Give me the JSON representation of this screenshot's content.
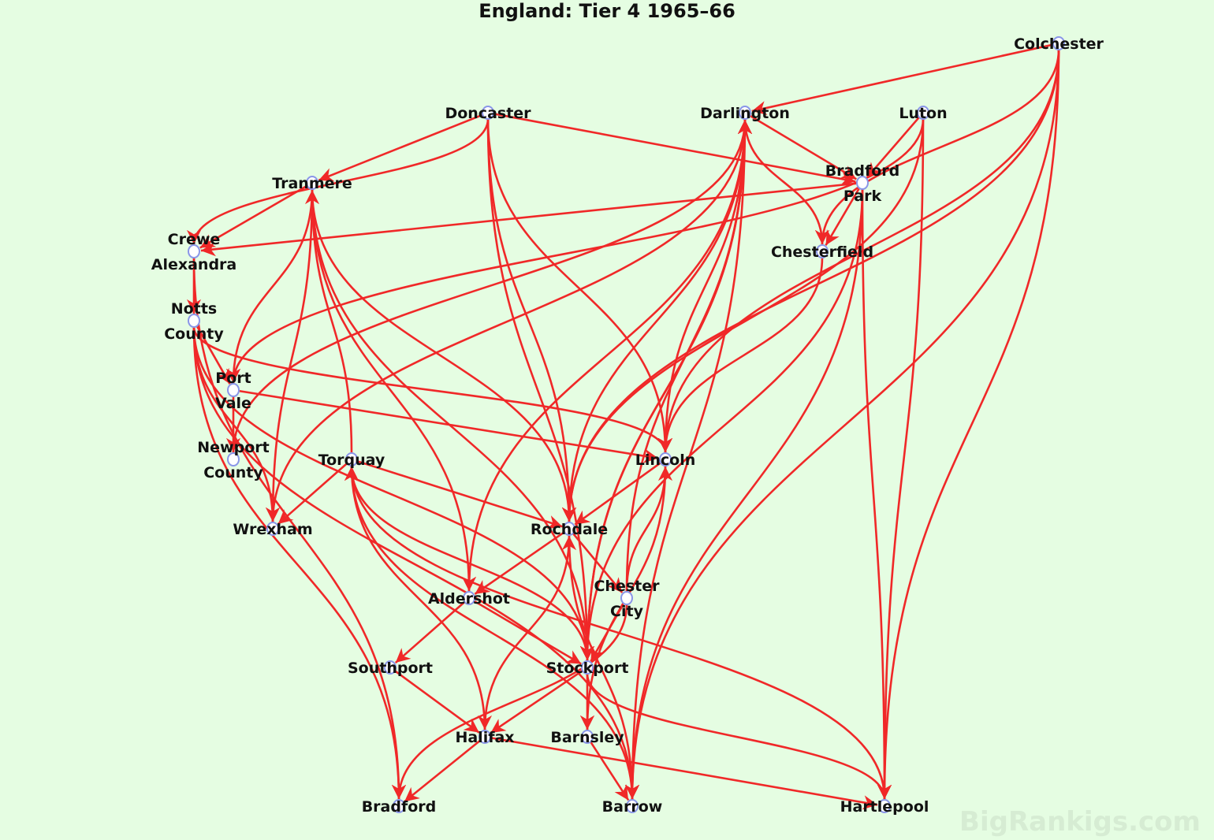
{
  "title": "England: Tier 4 1965–66",
  "watermark": "BigRankigs.com",
  "colors": {
    "background": "#e5fde2",
    "edge": "#f02828",
    "node_stroke": "#8a96e8",
    "node_fill": "#ffffff"
  },
  "nodes": [
    {
      "id": "colchester",
      "label": [
        "Colchester"
      ]
    },
    {
      "id": "doncaster",
      "label": [
        "Doncaster"
      ]
    },
    {
      "id": "darlington",
      "label": [
        "Darlington"
      ]
    },
    {
      "id": "luton",
      "label": [
        "Luton"
      ]
    },
    {
      "id": "bradfordpa",
      "label": [
        "Bradford",
        "Park"
      ]
    },
    {
      "id": "tranmere",
      "label": [
        "Tranmere"
      ]
    },
    {
      "id": "crewe",
      "label": [
        "Crewe",
        "Alexandra"
      ]
    },
    {
      "id": "chesterfield",
      "label": [
        "Chesterfield"
      ]
    },
    {
      "id": "notts",
      "label": [
        "Notts",
        "County"
      ]
    },
    {
      "id": "portvale",
      "label": [
        "Port",
        "Vale"
      ]
    },
    {
      "id": "newport",
      "label": [
        "Newport",
        "County"
      ]
    },
    {
      "id": "torquay",
      "label": [
        "Torquay"
      ]
    },
    {
      "id": "lincoln",
      "label": [
        "Lincoln"
      ]
    },
    {
      "id": "wrexham",
      "label": [
        "Wrexham"
      ]
    },
    {
      "id": "rochdale",
      "label": [
        "Rochdale"
      ]
    },
    {
      "id": "aldershot",
      "label": [
        "Aldershot"
      ]
    },
    {
      "id": "chester",
      "label": [
        "Chester",
        "City"
      ]
    },
    {
      "id": "southport",
      "label": [
        "Southport"
      ]
    },
    {
      "id": "stockport",
      "label": [
        "Stockport"
      ]
    },
    {
      "id": "halifax",
      "label": [
        "Halifax"
      ]
    },
    {
      "id": "barnsley",
      "label": [
        "Barnsley"
      ]
    },
    {
      "id": "bradford",
      "label": [
        "Bradford"
      ]
    },
    {
      "id": "barrow",
      "label": [
        "Barrow"
      ]
    },
    {
      "id": "hartlepool",
      "label": [
        "Hartlepool"
      ]
    }
  ],
  "edges": [
    [
      "colchester",
      "darlington"
    ],
    [
      "colchester",
      "chesterfield"
    ],
    [
      "colchester",
      "lincoln"
    ],
    [
      "colchester",
      "rochdale"
    ],
    [
      "colchester",
      "hartlepool"
    ],
    [
      "colchester",
      "barrow"
    ],
    [
      "doncaster",
      "tranmere"
    ],
    [
      "doncaster",
      "crewe"
    ],
    [
      "doncaster",
      "bradfordpa"
    ],
    [
      "doncaster",
      "lincoln"
    ],
    [
      "doncaster",
      "rochdale"
    ],
    [
      "doncaster",
      "stockport"
    ],
    [
      "darlington",
      "bradfordpa"
    ],
    [
      "darlington",
      "chesterfield"
    ],
    [
      "darlington",
      "rochdale"
    ],
    [
      "darlington",
      "stockport"
    ],
    [
      "darlington",
      "aldershot"
    ],
    [
      "darlington",
      "barrow"
    ],
    [
      "lincoln",
      "darlington"
    ],
    [
      "newport",
      "darlington"
    ],
    [
      "wrexham",
      "darlington"
    ],
    [
      "chester",
      "darlington"
    ],
    [
      "stockport",
      "darlington"
    ],
    [
      "luton",
      "bradfordpa"
    ],
    [
      "luton",
      "portvale"
    ],
    [
      "luton",
      "rochdale"
    ],
    [
      "luton",
      "hartlepool"
    ],
    [
      "bradfordpa",
      "chesterfield"
    ],
    [
      "bradfordpa",
      "crewe"
    ],
    [
      "bradfordpa",
      "stockport"
    ],
    [
      "bradfordpa",
      "barrow"
    ],
    [
      "bradfordpa",
      "hartlepool"
    ],
    [
      "tranmere",
      "crewe"
    ],
    [
      "tranmere",
      "portvale"
    ],
    [
      "tranmere",
      "wrexham"
    ],
    [
      "tranmere",
      "aldershot"
    ],
    [
      "tranmere",
      "stockport"
    ],
    [
      "tranmere",
      "rochdale"
    ],
    [
      "torquay",
      "tranmere"
    ],
    [
      "crewe",
      "notts"
    ],
    [
      "crewe",
      "bradford"
    ],
    [
      "notts",
      "portvale"
    ],
    [
      "notts",
      "wrexham"
    ],
    [
      "notts",
      "lincoln"
    ],
    [
      "notts",
      "bradford"
    ],
    [
      "notts",
      "barrow"
    ],
    [
      "notts",
      "stockport"
    ],
    [
      "portvale",
      "newport"
    ],
    [
      "portvale",
      "lincoln"
    ],
    [
      "torquay",
      "wrexham"
    ],
    [
      "torquay",
      "rochdale"
    ],
    [
      "torquay",
      "hartlepool"
    ],
    [
      "torquay",
      "halifax"
    ],
    [
      "stockport",
      "torquay"
    ],
    [
      "barrow",
      "torquay"
    ],
    [
      "lincoln",
      "rochdale"
    ],
    [
      "lincoln",
      "barnsley"
    ],
    [
      "chesterfield",
      "lincoln"
    ],
    [
      "chester",
      "lincoln"
    ],
    [
      "rochdale",
      "aldershot"
    ],
    [
      "rochdale",
      "chester"
    ],
    [
      "rochdale",
      "barrow"
    ],
    [
      "halifax",
      "rochdale"
    ],
    [
      "aldershot",
      "southport"
    ],
    [
      "aldershot",
      "stockport"
    ],
    [
      "chester",
      "stockport"
    ],
    [
      "chester",
      "bradford"
    ],
    [
      "southport",
      "halifax"
    ],
    [
      "stockport",
      "halifax"
    ],
    [
      "stockport",
      "barnsley"
    ],
    [
      "stockport",
      "hartlepool"
    ],
    [
      "halifax",
      "bradford"
    ],
    [
      "halifax",
      "hartlepool"
    ],
    [
      "barnsley",
      "barrow"
    ]
  ]
}
